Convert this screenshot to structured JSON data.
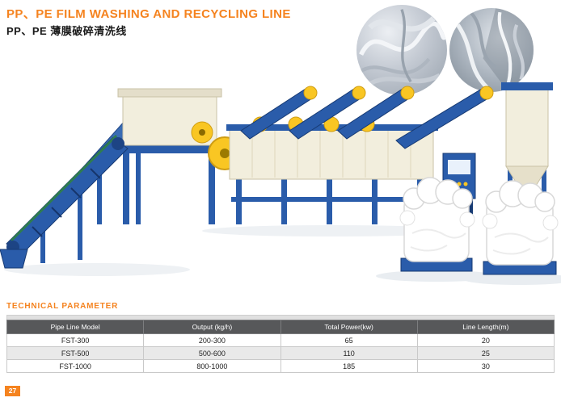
{
  "page": {
    "title": "PP、PE FILM WASHING AND RECYCLING LINE",
    "subtitle": "PP、PE 薄膜破碎清洗线",
    "section_heading": "TECHNICAL PARAMETER",
    "page_number": "27"
  },
  "illustration": {
    "machine": "pp-pe-film-washing-recycling-line-diagram",
    "photo_1": "plastic-film-closeup-photo",
    "photo_2": "plastic-film-scraps-photo"
  },
  "table": {
    "headers": [
      "Pipe Line Model",
      "Output (kg/h)",
      "Total Power(kw)",
      "Line Length(m)"
    ],
    "rows": [
      [
        "FST-300",
        "200-300",
        "65",
        "20"
      ],
      [
        "FST-500",
        "500-600",
        "110",
        "25"
      ],
      [
        "FST-1000",
        "800-1000",
        "185",
        "30"
      ]
    ]
  },
  "colors": {
    "accent_orange": "#f5831f",
    "table_header_bg": "#57585a",
    "machine_blue": "#2a5caa",
    "machine_yellow": "#f9c623",
    "machine_beige": "#f2eedd"
  }
}
